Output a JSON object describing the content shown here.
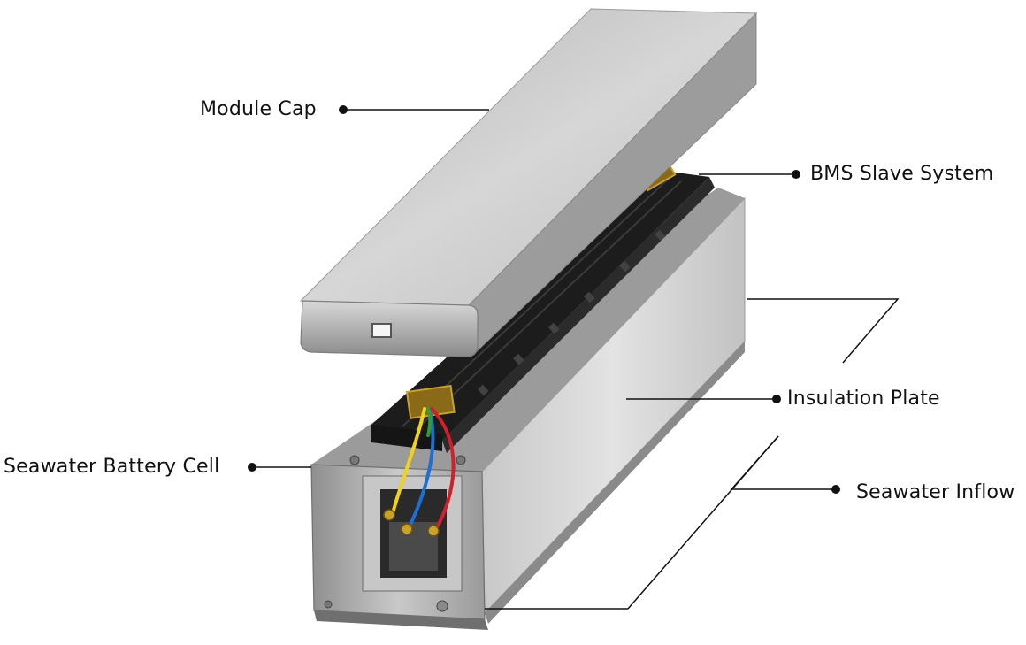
{
  "labels": {
    "module_cap": "Module Cap",
    "bms_slave_system": "BMS Slave System",
    "insulation_plate": "Insulation Plate",
    "seawater_battery_cell": "Seawater Battery Cell",
    "seawater_inflow": "Seawater Inflow"
  },
  "colors": {
    "background": "#ffffff",
    "metal_light": "#d9d9d9",
    "metal_mid": "#b8b8b8",
    "metal_dark": "#6f6f6f",
    "pcb_black": "#1c1c1c",
    "wire_yellow": "#f1d21a",
    "wire_blue": "#1d6fd6",
    "wire_red": "#d11f2c",
    "wire_green": "#2e9d3a",
    "leader_line": "#111111"
  }
}
